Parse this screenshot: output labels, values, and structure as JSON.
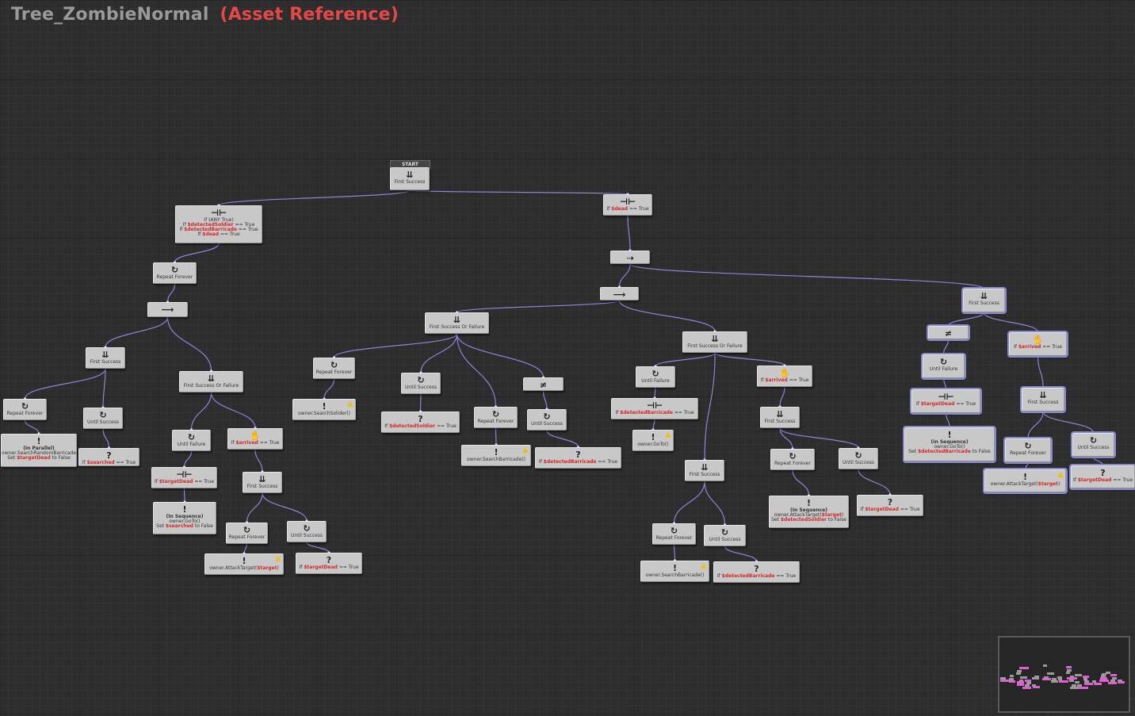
{
  "title": {
    "name": "Tree_ZombieNormal",
    "ref": "(Asset Reference)"
  },
  "colors": {
    "background": "#2d2d2d",
    "node": "#c8c8c8",
    "variable": "#d12a2a",
    "wire": "#8a86d8",
    "warning": "#e8c21a",
    "title_ref": "#e8474a"
  },
  "start_label": "START",
  "icons": {
    "selector": "⇊",
    "sequence": "⟶",
    "parallel": "⊣⊢",
    "repeat": "↻",
    "action": "!",
    "condition": "?",
    "inverter": "≠",
    "random": "⇢",
    "hand": "✋"
  },
  "nodes": [
    {
      "id": "n1",
      "icon": "selector",
      "lines": [
        "First Success"
      ]
    },
    {
      "id": "n2",
      "icon": "parallel",
      "lines": [
        "If (ANY True)",
        "If $detectedSoldier == True",
        "If $detectedBarricade == True",
        "If $dead == True"
      ]
    },
    {
      "id": "n3",
      "icon": "parallel",
      "lines": [
        "If $dead == True"
      ]
    },
    {
      "id": "n4",
      "icon": "repeat",
      "lines": [
        "Repeat Forever"
      ]
    },
    {
      "id": "n5",
      "icon": "sequence",
      "lines": []
    },
    {
      "id": "n6",
      "icon": "random",
      "lines": []
    },
    {
      "id": "n7",
      "icon": "sequence",
      "lines": []
    },
    {
      "id": "n8",
      "icon": "selector",
      "lines": [
        "First Success"
      ]
    },
    {
      "id": "n9",
      "icon": "selector",
      "lines": [
        "First Success Or Failure"
      ]
    },
    {
      "id": "n10",
      "icon": "repeat",
      "lines": [
        "Repeat Forever"
      ]
    },
    {
      "id": "n11",
      "icon": "repeat",
      "lines": [
        "Until Success"
      ]
    },
    {
      "id": "n12",
      "icon": "action",
      "lines": [
        "(In Parallel)",
        "owner.SearchRandomBarricade()",
        "Set $targetDead to False"
      ]
    },
    {
      "id": "n13",
      "icon": "condition",
      "lines": [
        "If $searched == True"
      ]
    },
    {
      "id": "n14",
      "icon": "repeat",
      "lines": [
        "Until Failure"
      ]
    },
    {
      "id": "n15",
      "icon": "hand",
      "lines": [
        "If $arrived == True"
      ]
    },
    {
      "id": "n16",
      "icon": "parallel",
      "lines": [
        "If $targetDead == True"
      ]
    },
    {
      "id": "n17",
      "icon": "action",
      "lines": [
        "(In Sequence)",
        "owner.GoTo()",
        "Set $searched to False"
      ]
    },
    {
      "id": "n18",
      "icon": "selector",
      "lines": [
        "First Success"
      ]
    },
    {
      "id": "n19",
      "icon": "repeat",
      "lines": [
        "Repeat Forever"
      ]
    },
    {
      "id": "n20",
      "icon": "repeat",
      "lines": [
        "Until Success"
      ]
    },
    {
      "id": "n21",
      "icon": "action",
      "lines": [
        "owner.AttackTarget($target)"
      ],
      "warn": true
    },
    {
      "id": "n22",
      "icon": "condition",
      "lines": [
        "If $targetDead == True"
      ]
    },
    {
      "id": "n23",
      "icon": "selector",
      "lines": [
        "First Success Or Failure"
      ]
    },
    {
      "id": "n24",
      "icon": "repeat",
      "lines": [
        "Repeat Forever"
      ]
    },
    {
      "id": "n25",
      "icon": "action",
      "lines": [
        "owner.SearchSolider()"
      ],
      "warn": true
    },
    {
      "id": "n26",
      "icon": "repeat",
      "lines": [
        "Until Success"
      ]
    },
    {
      "id": "n27",
      "icon": "condition",
      "lines": [
        "If $detectedSoldier == True"
      ]
    },
    {
      "id": "n28",
      "icon": "repeat",
      "lines": [
        "Repeat Forever"
      ]
    },
    {
      "id": "n29",
      "icon": "action",
      "lines": [
        "owner.SearchBarricade()"
      ],
      "warn": true
    },
    {
      "id": "n30",
      "icon": "inverter",
      "lines": []
    },
    {
      "id": "n31",
      "icon": "repeat",
      "lines": [
        "Until Success"
      ]
    },
    {
      "id": "n32",
      "icon": "condition",
      "lines": [
        "If $detectedBarricade == True"
      ]
    },
    {
      "id": "n33",
      "icon": "selector",
      "lines": [
        "First Success Or Failure"
      ]
    },
    {
      "id": "n34",
      "icon": "repeat",
      "lines": [
        "Until Failure"
      ]
    },
    {
      "id": "n35",
      "icon": "parallel",
      "lines": [
        "If $detectedBarricade == True"
      ]
    },
    {
      "id": "n36",
      "icon": "action",
      "lines": [
        "owner.GoTo()"
      ],
      "warn": true
    },
    {
      "id": "n37",
      "icon": "hand",
      "lines": [
        "If $arrived == True"
      ]
    },
    {
      "id": "n38",
      "icon": "selector",
      "lines": [
        "First Success"
      ]
    },
    {
      "id": "n39",
      "icon": "repeat",
      "lines": [
        "Repeat Forever"
      ]
    },
    {
      "id": "n40",
      "icon": "repeat",
      "lines": [
        "Until Success"
      ]
    },
    {
      "id": "n41",
      "icon": "action",
      "lines": [
        "(In Sequence)",
        "owner.AttackTarget($target)",
        "Set $detectedSoldier to False"
      ]
    },
    {
      "id": "n42",
      "icon": "condition",
      "lines": [
        "If $targetDead == True"
      ]
    },
    {
      "id": "n43",
      "icon": "selector",
      "lines": [
        "First Success"
      ]
    },
    {
      "id": "n44",
      "icon": "repeat",
      "lines": [
        "Repeat Forever"
      ]
    },
    {
      "id": "n45",
      "icon": "repeat",
      "lines": [
        "Until Success"
      ]
    },
    {
      "id": "n46",
      "icon": "action",
      "lines": [
        "owner.SearchBarricade()"
      ],
      "warn": true
    },
    {
      "id": "n47",
      "icon": "condition",
      "lines": [
        "If $detectedBarricade == True"
      ]
    },
    {
      "id": "n48",
      "icon": "selector",
      "lines": [
        "First Success"
      ]
    },
    {
      "id": "n49",
      "icon": "inverter",
      "lines": []
    },
    {
      "id": "n50",
      "icon": "hand",
      "lines": [
        "If $arrived == True"
      ]
    },
    {
      "id": "n51",
      "icon": "repeat",
      "lines": [
        "Until Failure"
      ]
    },
    {
      "id": "n52",
      "icon": "selector",
      "lines": [
        "First Success"
      ]
    },
    {
      "id": "n53",
      "icon": "parallel",
      "lines": [
        "If $targetDead == True"
      ]
    },
    {
      "id": "n54",
      "icon": "repeat",
      "lines": [
        "Repeat Forever"
      ]
    },
    {
      "id": "n55",
      "icon": "repeat",
      "lines": [
        "Until Success"
      ]
    },
    {
      "id": "n56",
      "icon": "action",
      "lines": [
        "(In Sequence)",
        "owner.GoTo()",
        "Set $detectedBarricade to False"
      ]
    },
    {
      "id": "n57",
      "icon": "action",
      "lines": [
        "owner.AttackTarget($target)"
      ],
      "warn": true
    },
    {
      "id": "n58",
      "icon": "condition",
      "lines": [
        "If $targetDead == True"
      ]
    }
  ]
}
